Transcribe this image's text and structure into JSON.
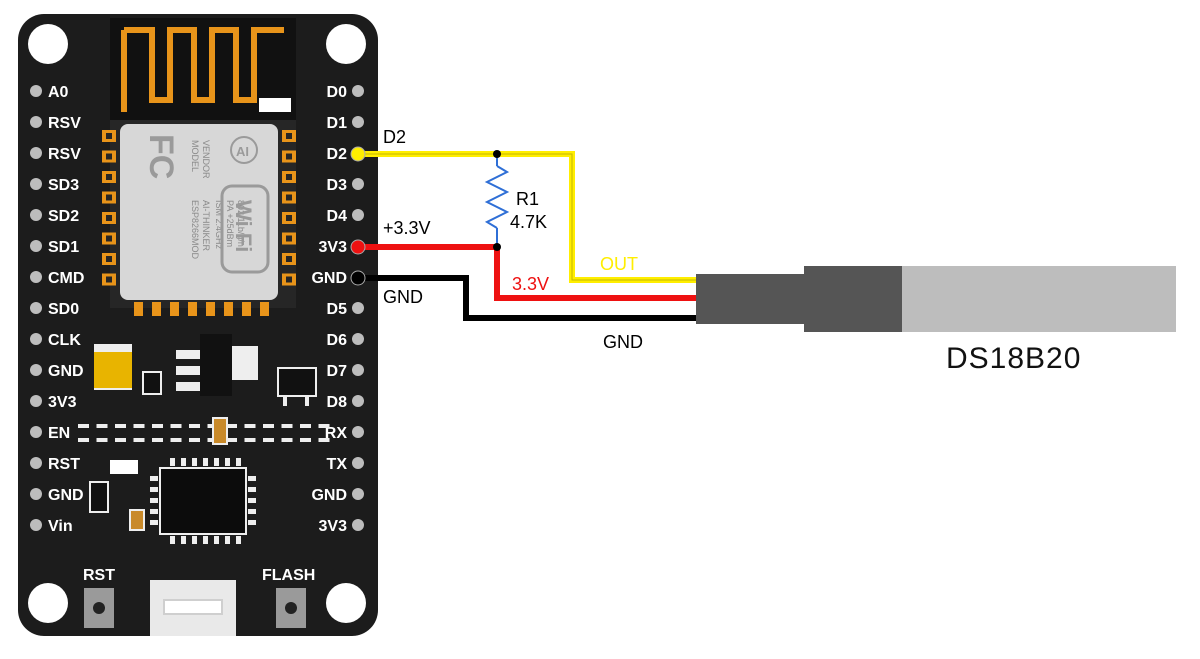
{
  "board": {
    "left_pins": [
      "A0",
      "RSV",
      "RSV",
      "SD3",
      "SD2",
      "SD1",
      "CMD",
      "SD0",
      "CLK",
      "GND",
      "3V3",
      "EN",
      "RST",
      "GND",
      "Vin"
    ],
    "right_pins": [
      "D0",
      "D1",
      "D2",
      "D3",
      "D4",
      "3V3",
      "GND",
      "D5",
      "D6",
      "D7",
      "D8",
      "RX",
      "TX",
      "GND",
      "3V3"
    ],
    "rst_label": "RST",
    "flash_label": "FLASH",
    "module": {
      "fc_mark": "FC",
      "line1": "MODEL",
      "line2": "VENDOR",
      "line3": "ESP8266MOD",
      "line4": "AI-THINKER",
      "line5": "ISM 2.4GHz",
      "line6": "PA +25dBm",
      "line7": "802.11b/g/n",
      "wifi_mark": "Wi Fi",
      "ai_mark": "AI"
    },
    "board_color": "#1c1c1c",
    "pcb_antenna_color": "#e8941a"
  },
  "wiring": {
    "d2_label": "D2",
    "v33_label": "+3.3V",
    "gnd_label": "GND",
    "resistor_name": "R1",
    "resistor_value": "4.7K",
    "out_label": "OUT",
    "v33_sensor_label": "3.3V",
    "gnd_sensor_label": "GND",
    "colors": {
      "signal": "#ffee00",
      "power": "#ee1111",
      "ground": "#000000",
      "resistor": "#2f6fd6"
    }
  },
  "sensor": {
    "name": "DS18B20",
    "cable_color": "#555555",
    "sleeve_color": "#bdbdbd"
  }
}
